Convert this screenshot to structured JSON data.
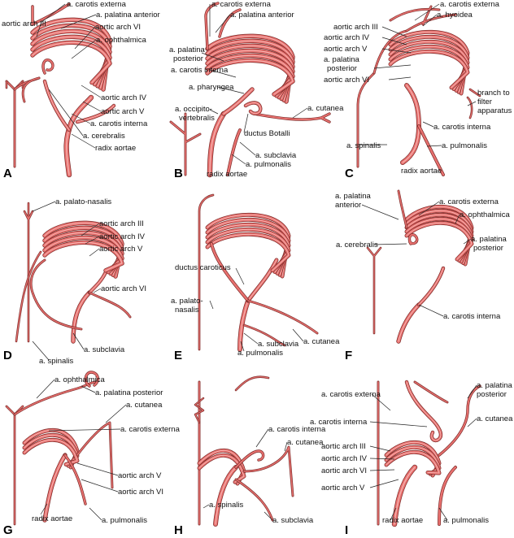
{
  "panels": [
    {
      "letter": "A",
      "labels": [
        "a. carotis externa",
        "a. palatina anterior",
        "aortic arch III",
        "aortic arch VI",
        "a. ophthalmica",
        "aortic arch IV",
        "aortic arch V",
        "a. carotis interna",
        "a. cerebralis",
        "radix aortae"
      ]
    },
    {
      "letter": "B",
      "labels": [
        "a. carotis externa",
        "a. palatina anterior",
        "a. palatina",
        "posterior",
        "a. carotis interna",
        "a. pharyngea",
        "a. occipito-",
        "vertebralis",
        "ductus Botalli",
        "a. cutanea",
        "a. subclavia",
        "a. pulmonalis",
        "radix aortae"
      ]
    },
    {
      "letter": "C",
      "labels": [
        "a. carotis externa",
        "a. hyoidea",
        "aortic arch III",
        "aortic arch IV",
        "aortic arch V",
        "a. palatina",
        "posterior",
        "aortic arch VI",
        "branch to",
        "filter",
        "apparatus",
        "a. carotis interna",
        "a. spinalis",
        "a. pulmonalis",
        "radix aortae"
      ]
    },
    {
      "letter": "D",
      "labels": [
        "a. palato-nasalis",
        "aortic arch III",
        "aortic arch IV",
        "aortic arch V",
        "aortic arch VI",
        "a. spinalis",
        "a. subclavia"
      ]
    },
    {
      "letter": "E",
      "labels": [
        "ductus caroticus",
        "a. palato-",
        "nasalis",
        "a. subclavia",
        "a. cutanea",
        "a. pulmonalis"
      ]
    },
    {
      "letter": "F",
      "labels": [
        "a. palatina",
        "anterior",
        "a. carotis externa",
        "a. ophthalmica",
        "a. palatina",
        "posterior",
        "a. cerebralis",
        "a. carotis interna"
      ]
    },
    {
      "letter": "G",
      "labels": [
        "a. ophthalmica",
        "a. palatina posterior",
        "a. cutanea",
        "a. carotis externa",
        "aortic arch V",
        "aortic arch VI",
        "radix aortae",
        "a. pulmonalis"
      ]
    },
    {
      "letter": "H",
      "labels": [
        "a. carotis interna",
        "a. cutanea",
        "a. spinalis",
        "a. subclavia"
      ]
    },
    {
      "letter": "I",
      "labels": [
        "a. carotis externa",
        "a. palatina",
        "posterior",
        "a. carotis interna",
        "a. cutanea",
        "aortic arch III",
        "aortic arch IV",
        "aortic arch VI",
        "aortic arch V",
        "radix aortae",
        "a. pulmonalis"
      ]
    }
  ],
  "colors": {
    "vessel_fill": "#e8716f",
    "vessel_highlight": "#f5b5b2",
    "vessel_outline": "#7a2a28",
    "leader_line": "#222222"
  }
}
